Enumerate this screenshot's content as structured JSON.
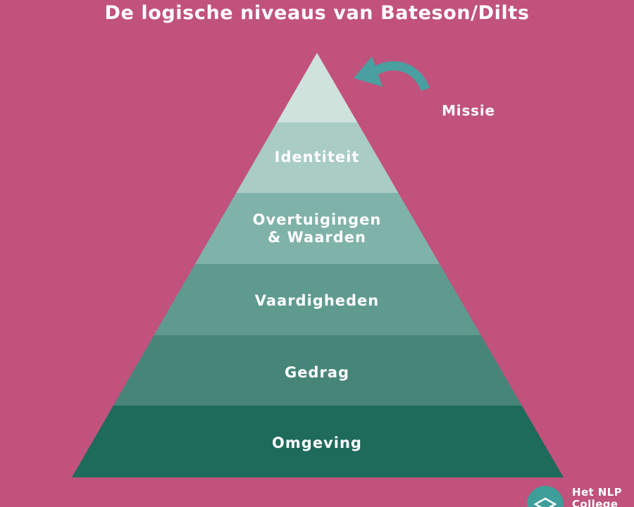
{
  "title": "De logische niveaus van Bateson/Dilts",
  "levels": [
    {
      "label": "",
      "color": "#cfe2dc"
    },
    {
      "label": "Identiteit",
      "color": "#a9ccc4"
    },
    {
      "label": "Overtuigingen\n& Waarden",
      "color": "#7fb2a8"
    },
    {
      "label": "Vaardigheden",
      "color": "#5f9a8f"
    },
    {
      "label": "Gedrag",
      "color": "#488579"
    },
    {
      "label": "Omgeving",
      "color": "#1e6a5b"
    }
  ],
  "missie": {
    "label": "Missie",
    "arrow_color": "#4a9fa0"
  },
  "logo": {
    "line1": "Het NLP",
    "line2": "College",
    "icon": "graduation-cap-icon",
    "circle_color": "#3d9e9a"
  },
  "colors": {
    "background": "#c1527b",
    "text": "#ffffff"
  }
}
